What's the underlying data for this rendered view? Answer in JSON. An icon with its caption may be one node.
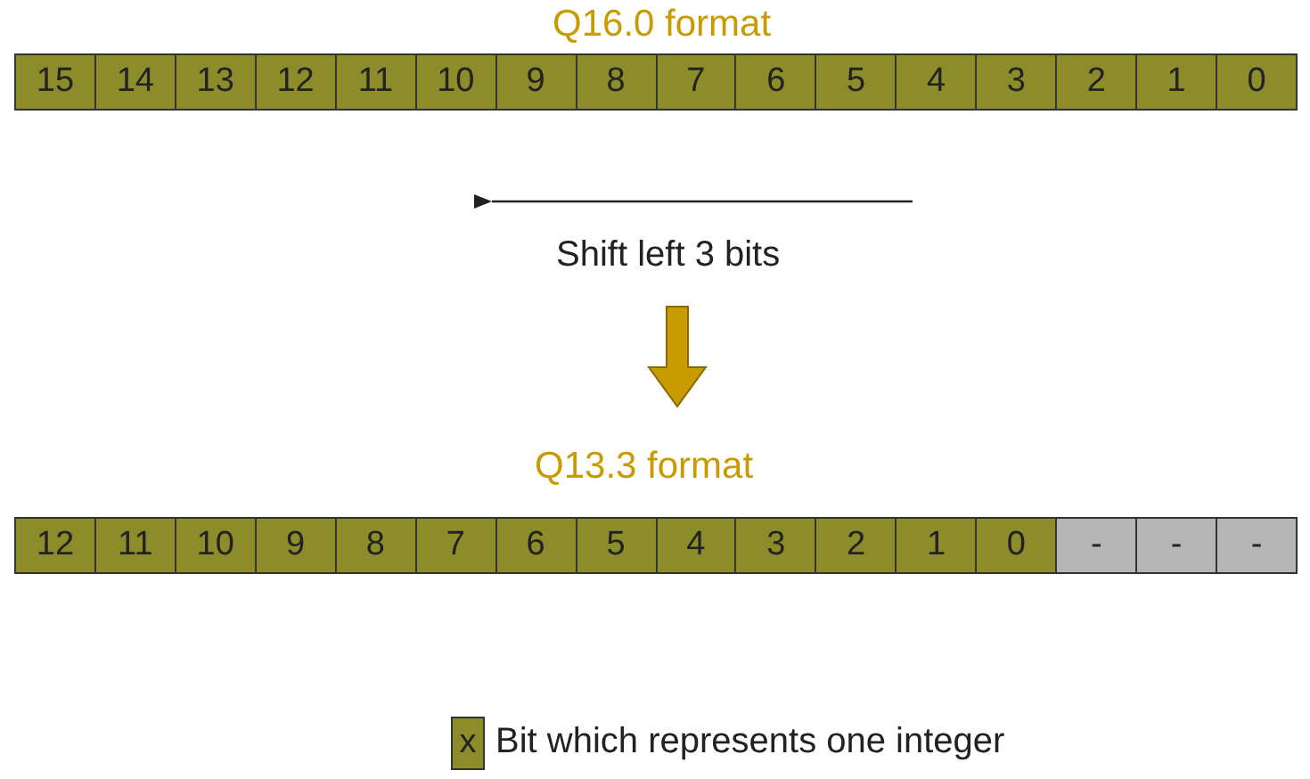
{
  "diagram": {
    "labels": [
      "Q16.0 format",
      "15",
      "14",
      "13",
      "12",
      "11",
      "10",
      "9",
      "8",
      "7",
      "6",
      "5",
      "4",
      "3",
      "2",
      "1",
      "0",
      "Shift left 3 bits",
      "Q13.3 format",
      "12",
      "11",
      "10",
      "9",
      "8",
      "7",
      "6",
      "5",
      "4",
      "3",
      "2",
      "1",
      "0",
      "-",
      "-",
      "-",
      "x"
    ],
    "legend": [
      {
        "text": "Bit which represents one integer",
        "color": "#8c8c2a"
      }
    ]
  }
}
